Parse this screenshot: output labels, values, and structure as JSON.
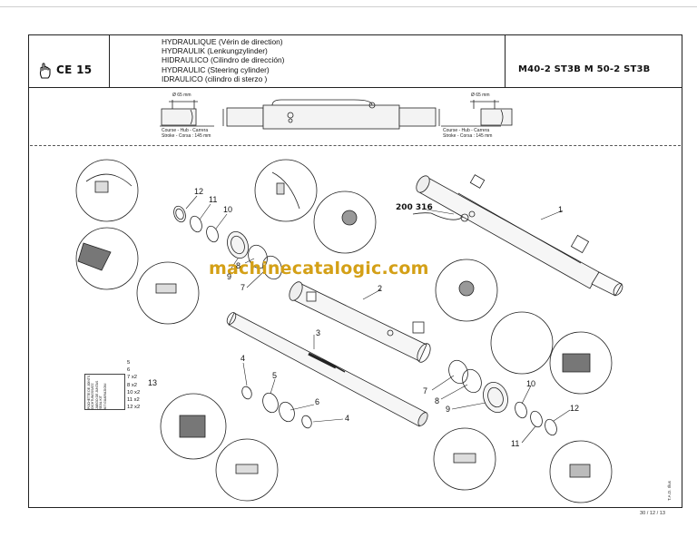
{
  "header": {
    "reference": "CE 15",
    "titles": [
      "HYDRAULIQUE (Vérin de direction)",
      "HYDRAULIK (Lenkungzylinder)",
      "HIDRAULICO (Cilindro de dirección)",
      "HYDRAULIC (Steering cylinder)",
      "IDRAULICO (cilindro di sterzo )"
    ],
    "models": "M40-2 ST3B   M 50-2 ST3B"
  },
  "dimensions": {
    "diameter_left": "Ø 65 mm",
    "diameter_right": "Ø 65 mm",
    "stroke_fr_left": "Course - Hub - Carrera",
    "stroke_en_left": "Stroke - Corsa : 145 mm",
    "stroke_fr_right": "Course - Hub - Carrera",
    "stroke_en_right": "Stroke - Corsa : 145 mm"
  },
  "watermark": "machinecatalogic.com",
  "kit_part_number": "200 316",
  "callouts": [
    "12",
    "11",
    "10",
    "9",
    "8",
    "7",
    "2",
    "1",
    "3",
    "4",
    "5",
    "6",
    "4",
    "7",
    "8",
    "9",
    "10",
    "12",
    "11",
    "13"
  ],
  "seal_kit": {
    "sticker_text": [
      "POCHETTE DE JOINTS",
      "DICHTUNGSSATZ",
      "JUEGO DE JUNTAS",
      "SEAL KIT",
      "KIT GUARNIZIONI"
    ],
    "items": [
      "5",
      "6",
      "7 x2",
      "8 x2",
      "10 x2",
      "11 x2",
      "12 x2"
    ]
  },
  "footer": {
    "date": "30 / 12 / 13",
    "author": "T.A.D. Illus"
  }
}
